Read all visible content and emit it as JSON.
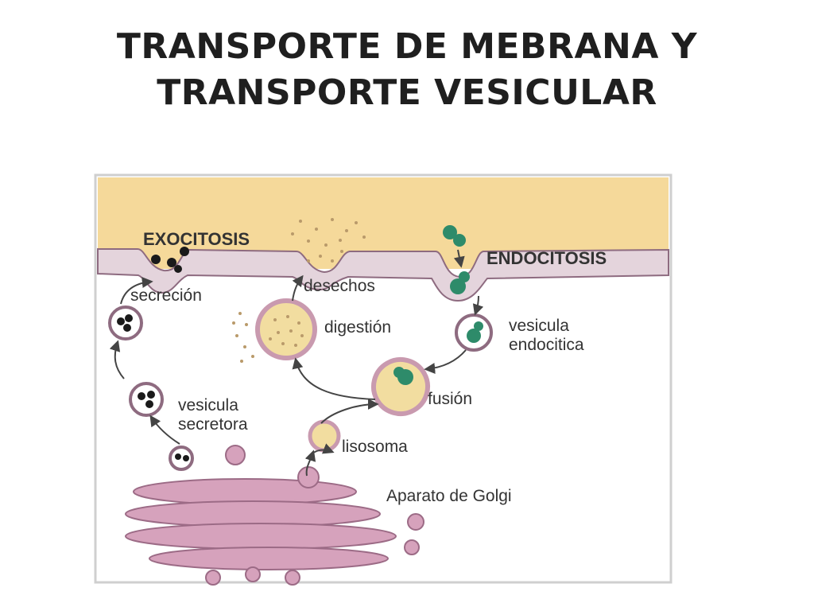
{
  "title": {
    "line1": "TRANSPORTE DE MEBRANA Y",
    "line2": "TRANSPORTE VESICULAR"
  },
  "diagram": {
    "exocitosis": "EXOCITOSIS",
    "endocitosis": "ENDOCITOSIS",
    "secrecion": "secreción",
    "desechos": "desechos",
    "digestion": "digestión",
    "vesicula_endocitica_1": "vesicula",
    "vesicula_endocitica_2": "endocitica",
    "fusion": "fusión",
    "vesicula_secretora_1": "vesicula",
    "vesicula_secretora_2": "secretora",
    "lisosoma": "lisosoma",
    "golgi": "Aparato de Golgi"
  },
  "colors": {
    "extracellular": "#f5d99a",
    "membrane": "#e4d4dc",
    "membrane_edge": "#8e6b80",
    "golgi": "#d6a2bc",
    "lysosome_fill": "#f2dda0",
    "cargo": "#2e8b6a",
    "label": "#333333"
  }
}
